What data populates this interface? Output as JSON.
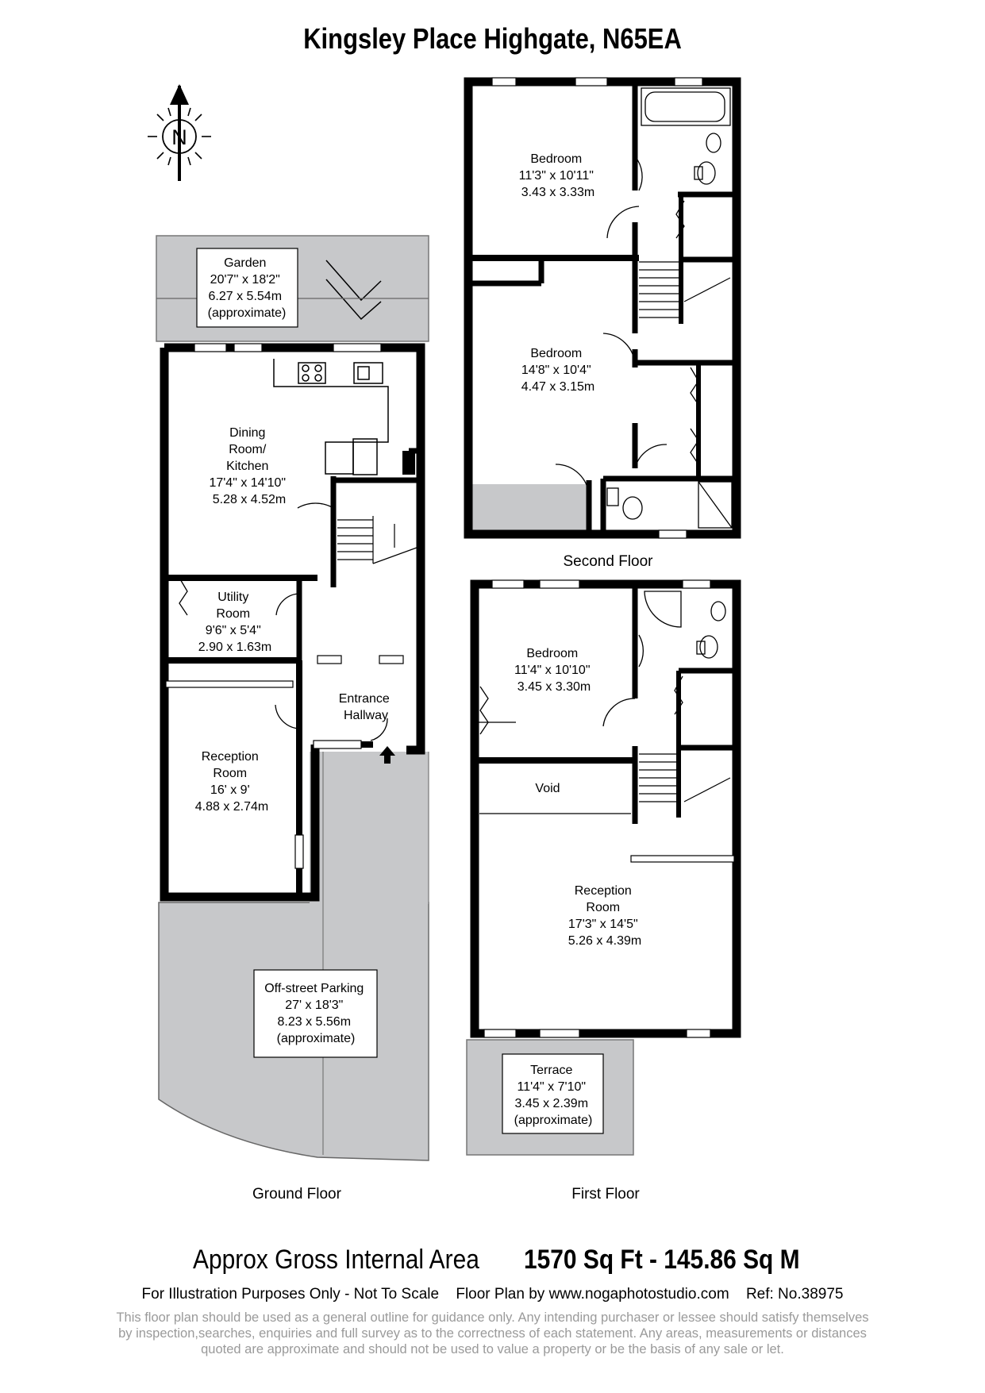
{
  "title": "Kingsley Place Highgate, N65EA",
  "compass_letter": "N",
  "floors": {
    "ground": "Ground Floor",
    "first": "First Floor",
    "second": "Second Floor"
  },
  "rooms": {
    "garden": [
      "Garden",
      "20'7'' x 18'2\"",
      "6.27 x 5.54m",
      "(approximate)"
    ],
    "dining": [
      "Dining",
      "Room/",
      "Kitchen",
      "17'4\" x 14'10\"",
      "5.28 x 4.52m"
    ],
    "utility": [
      "Utility",
      "Room",
      "9'6\" x 5'4\"",
      "2.90 x 1.63m"
    ],
    "entrance": [
      "Entrance",
      "Hallway"
    ],
    "reception_ground": [
      "Reception",
      "Room",
      "16' x 9'",
      "4.88 x 2.74m"
    ],
    "parking": [
      "Off-street Parking",
      "27' x 18'3\"",
      "8.23 x 5.56m",
      "(approximate)"
    ],
    "bedroom_second_1": [
      "Bedroom",
      "11'3\" x 10'11\"",
      "3.43 x 3.33m"
    ],
    "bedroom_second_2": [
      "Bedroom",
      "14'8\" x 10'4\"",
      "4.47 x 3.15m"
    ],
    "bedroom_first": [
      "Bedroom",
      "11'4\" x 10'10\"",
      "3.45 x 3.30m"
    ],
    "void": [
      "Void"
    ],
    "reception_first": [
      "Reception",
      "Room",
      "17'3\" x 14'5\"",
      "5.26 x 4.39m"
    ],
    "terrace": [
      "Terrace",
      "11'4\" x 7'10\"",
      "3.45 x 2.39m",
      "(approximate)"
    ]
  },
  "area": {
    "label": "Approx Gross Internal Area",
    "sqft": "1570 Sq Ft",
    "separator": "-",
    "sqm": "145.86 Sq M"
  },
  "credits": {
    "note": "For Illustration Purposes Only - Not To Scale",
    "by": "Floor Plan by www.nogaphotostudio.com",
    "ref": "Ref: No.38975"
  },
  "disclaimer": "This floor plan should be used as a general outline for guidance only. Any intending purchaser or lessee should satisfy themselves by inspection,searches, enquiries and full survey as to the correctness of each statement. Any areas, measurements or distances quoted are approximate and should not be used to value a property or be the basis of any sale or let.",
  "colors": {
    "wall": "#000000",
    "outdoor": "#c7c8ca",
    "background": "#ffffff"
  }
}
